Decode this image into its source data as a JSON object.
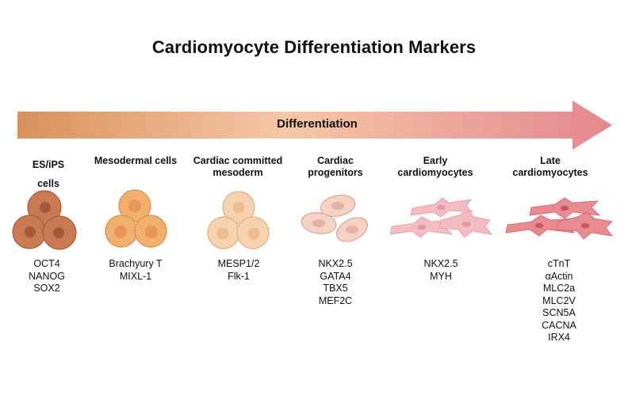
{
  "title": "Cardiomyocyte Differentiation Markers",
  "arrow": {
    "label": "Differentiation",
    "gradient_start": "#d9915a",
    "gradient_mid": "#f5c7a6",
    "gradient_end": "#e4878f"
  },
  "stages": [
    {
      "name_line1": "ES/iPS",
      "name_line2": "cells",
      "markers": [
        "OCT4",
        "NANOG",
        "SOX2"
      ],
      "cell_color": "#c97a52"
    },
    {
      "name_line1": "Mesodermal cells",
      "name_line2": "",
      "markers": [
        "Brachyury T",
        "MIXL-1"
      ],
      "cell_color": "#f2b06e"
    },
    {
      "name_line1": "Cardiac committed",
      "name_line2": "mesoderm",
      "markers": [
        "MESP1/2",
        "Flk-1"
      ],
      "cell_color": "#f6d2ae"
    },
    {
      "name_line1": "Cardiac",
      "name_line2": "progenitors",
      "markers": [
        "NKX2.5",
        "GATA4",
        "TBX5",
        "MEF2C"
      ],
      "cell_color": "#f5d3c4"
    },
    {
      "name_line1": "Early",
      "name_line2": "cardiomyocytes",
      "markers": [
        "NKX2.5",
        "MYH"
      ],
      "cell_color": "#f3bcc0"
    },
    {
      "name_line1": "Late",
      "name_line2": "cardiomyocytes",
      "markers": [
        "cTnT",
        "αActin",
        "MLC2a",
        "MLC2V",
        "SCN5A",
        "CACNA",
        "IRX4"
      ],
      "cell_color": "#e88a8f"
    }
  ]
}
